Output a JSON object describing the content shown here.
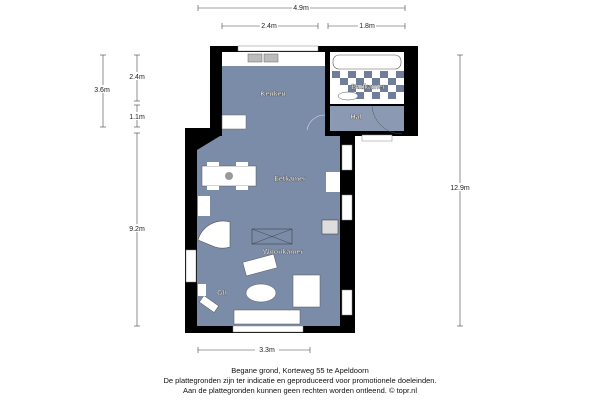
{
  "dimensions": {
    "total_width": "4.9m",
    "kitchen_width": "2.4m",
    "bath_width": "1.8m",
    "left_upper": "3.6m",
    "kitchen_depth": "2.4m",
    "hal_depth": "1.1m",
    "living_depth": "9.2m",
    "total_depth": "12.9m",
    "living_width": "3.3m"
  },
  "rooms": {
    "keuken": "Keuken",
    "badkamer": "Badkamer",
    "hal": "Hal",
    "eetkamer": "Eetkamer",
    "woonkamer": "Woonkamer",
    "gh": "Gh"
  },
  "caption": {
    "title": "Begane grond, Korteweg 55 te Apeldoorn",
    "line2": "De plattegronden zijn ter indicatie en geproduceerd voor promotionele doeleinden.",
    "line3": "Aan de plattegronden kunnen geen rechten worden ontleend. © topr.nl"
  },
  "colors": {
    "floor": "#7b8ca8",
    "wall": "#000000",
    "tile_dark": "#6f7f99"
  }
}
